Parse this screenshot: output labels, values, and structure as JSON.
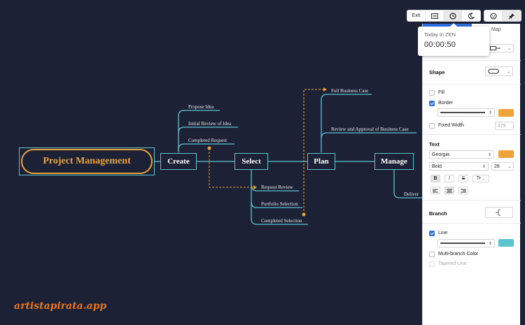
{
  "mindmap": {
    "root": "Project Management",
    "nodes": {
      "create": "Create",
      "select": "Select",
      "plan": "Plan",
      "manage": "Manage"
    },
    "leaves": {
      "propose_idea": "Propose Idea",
      "initial_review": "Initial Review of Idea",
      "completed_request": "Completed Request",
      "request_review": "Request Review",
      "portfolio_selection": "Portfolio Selection",
      "completed_selection": "Completed Selection",
      "full_business_case": "Full Business Case",
      "review_approval": "Review and Approval of Business Case",
      "deliver": "Deliver"
    },
    "colors": {
      "background": "#1c2136",
      "line": "#5ec4cf",
      "root_accent": "#e9a23b",
      "relationship": "#e9a23b"
    }
  },
  "toolbar": {
    "exit_label": "Exit",
    "icons": [
      "outline-icon",
      "clock-icon",
      "moon-icon",
      "emoji-icon",
      "pin-icon"
    ]
  },
  "tooltip": {
    "title": "Today in ZEN",
    "time": "00:00:50"
  },
  "panel": {
    "tab_map": "Map",
    "shape": {
      "title": "Shape",
      "fill_label": "Fill",
      "fill_checked": false,
      "border_label": "Border",
      "border_checked": true,
      "border_color": "#f0a33a",
      "fixed_width_label": "Fixed Width",
      "fixed_width_checked": false,
      "fixed_width_value": "379"
    },
    "text": {
      "title": "Text",
      "font": "Georgia",
      "font_color": "#f0a33a",
      "weight": "Bold",
      "size": "28",
      "style_buttons": [
        "B",
        "I",
        "S",
        "Tr"
      ]
    },
    "branch": {
      "title": "Branch",
      "line_label": "Line",
      "line_checked": true,
      "line_color": "#5bc5ce",
      "multi_branch_label": "Multi-branch Color",
      "multi_branch_checked": false,
      "tapered_label": "Tapered Line"
    }
  },
  "watermark": "artistapirata.app"
}
